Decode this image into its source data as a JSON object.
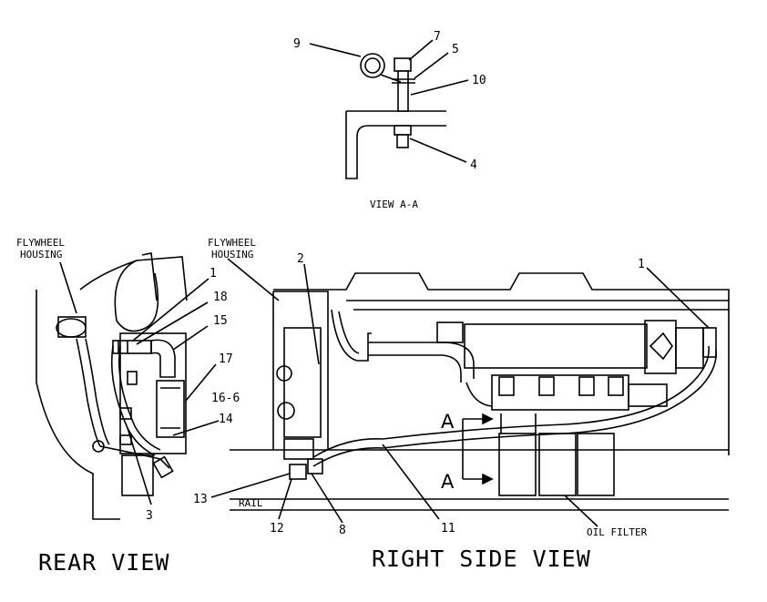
{
  "view_aa": {
    "caption": "VIEW A-A",
    "callouts": [
      "9",
      "7",
      "5",
      "10",
      "4"
    ]
  },
  "rear_view": {
    "title": "REAR VIEW",
    "flywheel_line1": "FLYWHEEL",
    "flywheel_line2": "HOUSING",
    "callouts": [
      "1",
      "18",
      "15",
      "17",
      "16-6",
      "14",
      "3"
    ]
  },
  "right_side_view": {
    "title": "RIGHT SIDE VIEW",
    "flywheel_line1": "FLYWHEEL",
    "flywheel_line2": "HOUSING",
    "rail_label": "RAIL",
    "oil_filter_label": "OIL FILTER",
    "section_marker": "A",
    "callouts": [
      "2",
      "1",
      "13",
      "12",
      "8",
      "11"
    ]
  }
}
